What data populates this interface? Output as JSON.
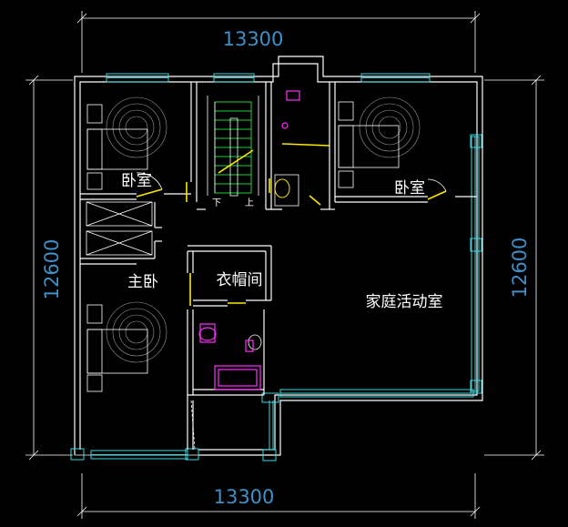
{
  "dimensions": {
    "top_width": "13300",
    "bottom_width": "13300",
    "left_height": "12600",
    "right_height": "12600"
  },
  "rooms": {
    "bedroom_nw": "卧室",
    "bedroom_ne": "卧室",
    "master_bedroom": "主卧",
    "cloakroom": "衣帽间",
    "family_room": "家庭活动室"
  },
  "stairs": {
    "down": "下",
    "up": "上"
  },
  "colors": {
    "background": "#000000",
    "dimension_text": "#3f8fc9",
    "walls": "#ffffff",
    "windows": "#38d8e0",
    "stair_lines": "#20d040",
    "fixtures": "#ff30ff",
    "doors": "#ffe800"
  }
}
